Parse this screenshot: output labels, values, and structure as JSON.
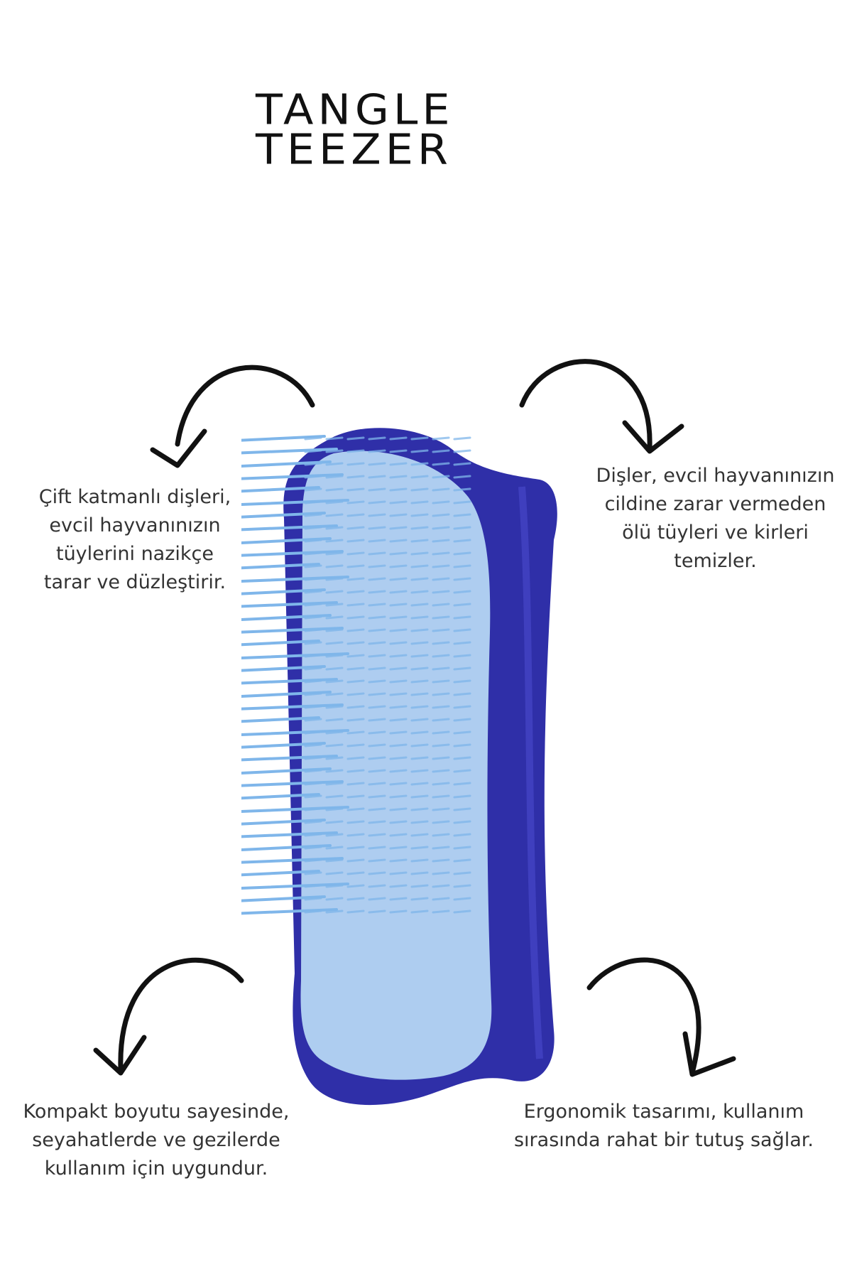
{
  "brand": {
    "logo_line1": "TANGLE",
    "logo_line2": "TEEZER"
  },
  "product": {
    "colors": {
      "frame": "#2f2fa8",
      "frame_dark": "#1f1f86",
      "pad": "#aecdf0",
      "bristles": "#7fb6ea"
    }
  },
  "callouts": {
    "top_left": {
      "lines": [
        "Çift katmanlı dişleri,",
        "evcil hayvanınızın",
        "tüylerini nazikçe",
        "tarar ve düzleştirir."
      ]
    },
    "top_right": {
      "lines": [
        "Dişler, evcil hayvanınızın",
        "cildine zarar vermeden",
        "ölü tüyleri ve kirleri",
        "temizler."
      ]
    },
    "bottom_left": {
      "lines": [
        "Kompakt boyutu sayesinde,",
        "seyahatlerde ve gezilerde",
        "kullanım için uygundur."
      ]
    },
    "bottom_right": {
      "lines": [
        "Ergonomik tasarımı, kullanım",
        "sırasında rahat bir tutuş sağlar."
      ]
    }
  },
  "icons": {
    "arrow_top_left": "curved-arrow-down-left-icon",
    "arrow_top_right": "curved-arrow-down-right-icon",
    "arrow_bottom_left": "curved-arrow-down-left-icon",
    "arrow_bottom_right": "curved-arrow-down-right-icon"
  }
}
